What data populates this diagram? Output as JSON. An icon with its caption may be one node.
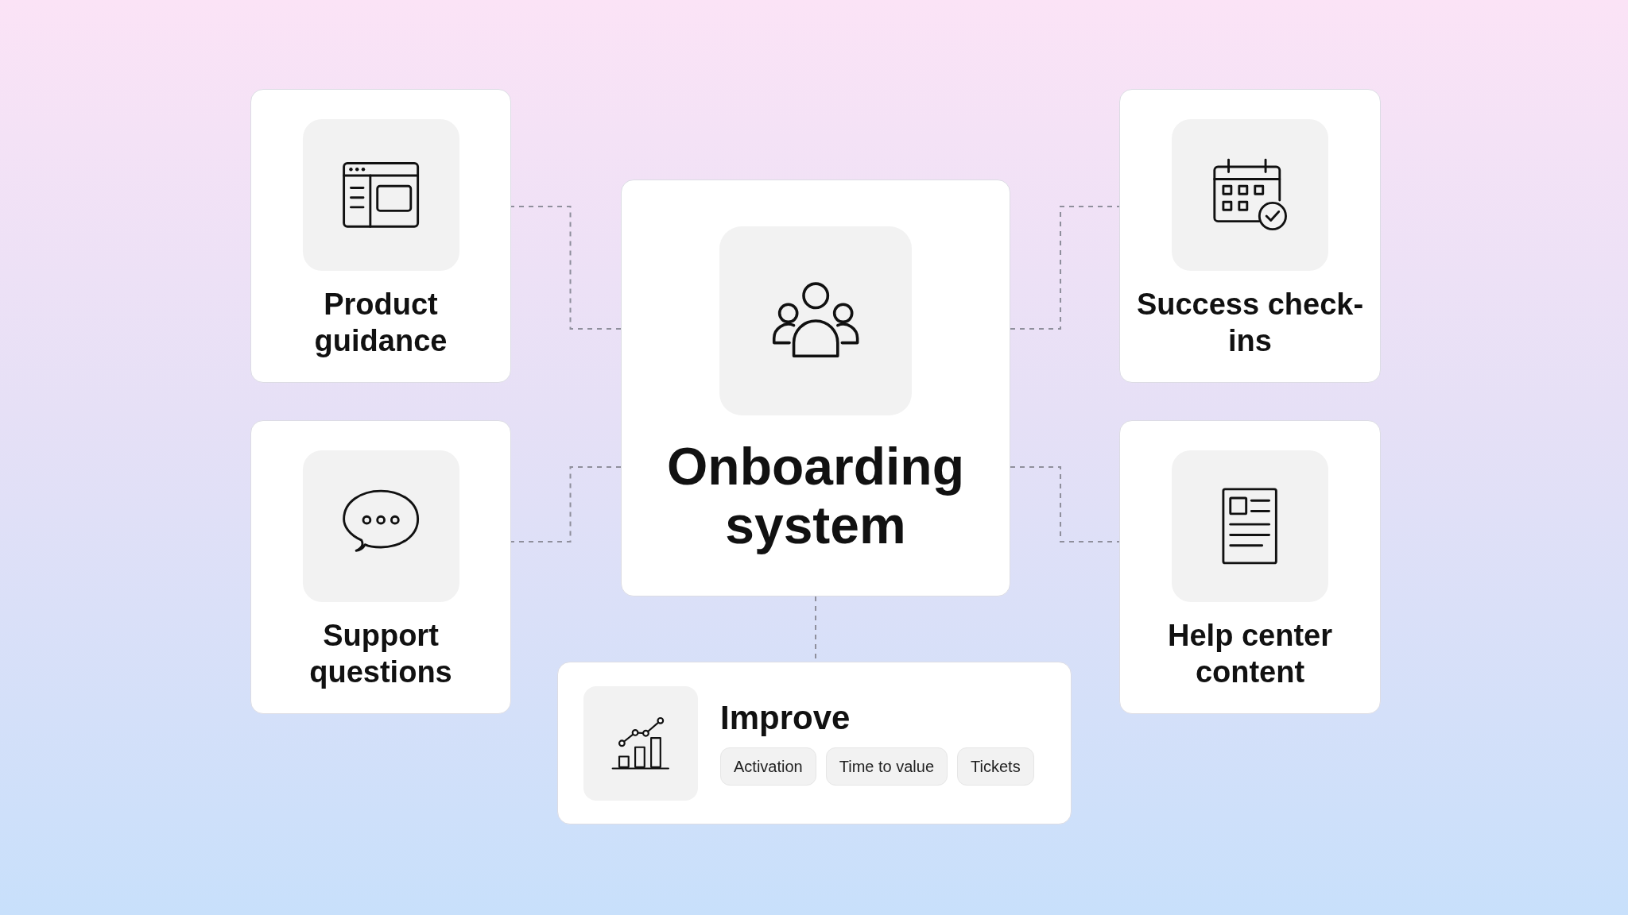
{
  "diagram": {
    "nodes": [
      {
        "text": [
          "Product guidance"
        ]
      },
      {
        "text": [
          "Onboarding system"
        ]
      },
      {
        "text": [
          "Success check-ins"
        ]
      },
      {
        "text": [
          "Support questions"
        ]
      },
      {
        "text": [
          "Help center content"
        ]
      },
      {
        "text": [
          "Improve"
        ]
      },
      {
        "text": [
          "Activation"
        ],
        "in": 5
      },
      {
        "text": [
          "Time to value"
        ],
        "in": 5
      },
      {
        "text": [
          "Tickets"
        ],
        "in": 5
      }
    ],
    "edges": [
      {
        "from": 1,
        "to": 0,
        "arrow": "none",
        "style": "dashed"
      },
      {
        "from": 1,
        "to": 2,
        "arrow": "none",
        "style": "dashed"
      },
      {
        "from": 1,
        "to": 3,
        "arrow": "none",
        "style": "dashed"
      },
      {
        "from": 1,
        "to": 4,
        "arrow": "none",
        "style": "dashed"
      },
      {
        "from": 1,
        "to": 5,
        "arrow": "none",
        "style": "dashed"
      }
    ]
  }
}
